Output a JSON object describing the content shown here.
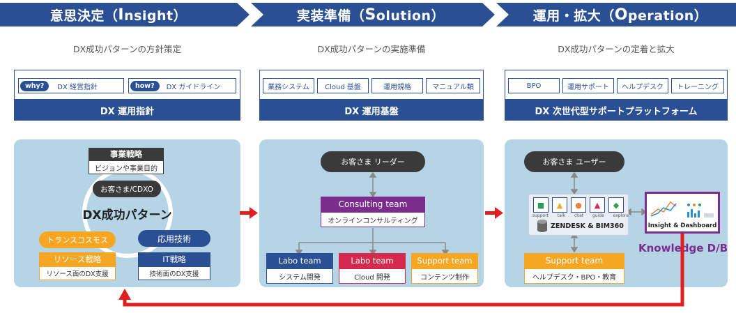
{
  "phases": [
    {
      "title_pre": "意思決定（",
      "title_key": "I",
      "title_post": "nsight）",
      "subtitle": "DX成功パターンの方針策定",
      "bar": "DX 運用指針"
    },
    {
      "title_pre": "実装準備（",
      "title_key": "S",
      "title_post": "olution）",
      "subtitle": "DX成功パターンの実施準備",
      "bar": "DX 運用基盤"
    },
    {
      "title_pre": "運用・拡大（",
      "title_key": "O",
      "title_post": "peration）",
      "subtitle": "DX成功パターンの定着と拡大",
      "bar": "DX 次世代型サポートプラットフォーム"
    }
  ],
  "insight": {
    "why_badge": "why?",
    "why_label": "DX 経営指針",
    "how_badge": "how?",
    "how_label": "DX ガイドライン",
    "biz_strategy": "事業戦略",
    "biz_strategy_sub": "ビジョンや事業目的",
    "cdxo": "お客さま/CDXO",
    "center": "DX成功パターン",
    "transcosmos": "トランスコスモス",
    "applied_tech": "応用技術",
    "resource_strategy": "リソース戦略",
    "resource_strategy_sub": "リソース面のDX支援",
    "it_strategy": "IT戦略",
    "it_strategy_sub": "技術面のDX支援"
  },
  "solution": {
    "items": [
      "業務システム",
      "Cloud 基盤",
      "運用規格",
      "マニュアル類"
    ],
    "leader": "お客さま リーダー",
    "consulting": "Consulting team",
    "consulting_sub": "オンラインコンサルティング",
    "teams": [
      {
        "name": "Labo team",
        "desc": "システム開発",
        "color": "#2a4f93"
      },
      {
        "name": "Labo team",
        "desc": "Cloud 開発",
        "color": "#d42a4d"
      },
      {
        "name": "Support team",
        "desc": "コンテンツ制作",
        "color": "#f5a623"
      }
    ]
  },
  "operation": {
    "items": [
      "BPO",
      "運用サポート",
      "ヘルプデスク",
      "トレーニング"
    ],
    "user": "お客さま ユーザー",
    "apps": [
      "support",
      "talk",
      "chat",
      "guide",
      "explore"
    ],
    "zendesk": "ZENDESK & BIM360",
    "dashboard": "Insight & Dashboard",
    "knowledge": "Knowledge D/B",
    "support_team": "Support team",
    "support_team_sub": "ヘルプデスク・BPO・教育"
  },
  "colors": {
    "navy": "#2a4f93",
    "orange": "#f5a623",
    "red": "#e02020",
    "purple": "#7b2d8e",
    "panel": "#b5d5e7",
    "dark": "#3a3a3a"
  }
}
